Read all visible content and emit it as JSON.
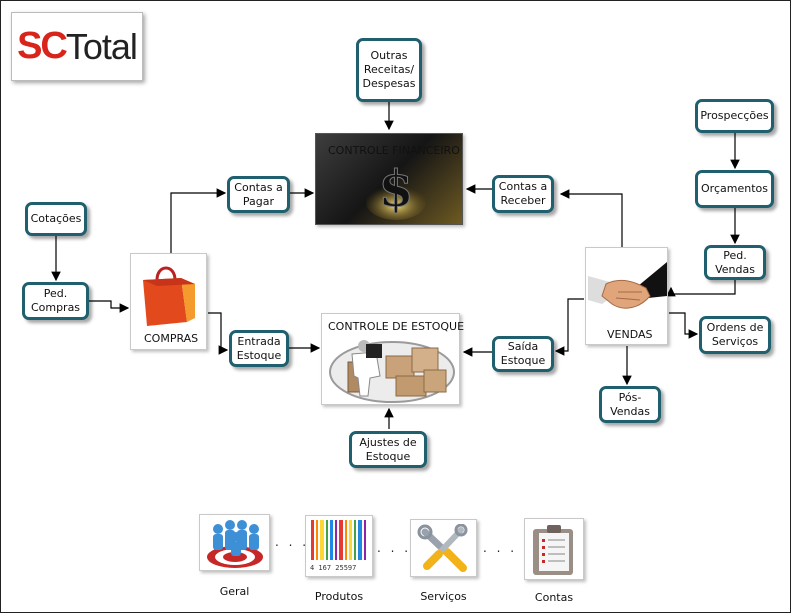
{
  "logo": {
    "text_sc": "SC",
    "text_total": "Total"
  },
  "nodes": {
    "outras_receitas": "Outras\nReceitas/\nDespesas",
    "prospeccoes": "Prospecções",
    "orcamentos": "Orçamentos",
    "ped_vendas": "Ped.\nVendas",
    "ordens_servicos": "Ordens de\nServiços",
    "pos_vendas": "Pós-\nVendas",
    "cotacoes": "Cotações",
    "ped_compras": "Ped.\nCompras",
    "contas_pagar": "Contas a\nPagar",
    "contas_receber": "Contas a\nReceber",
    "entrada_estoque": "Entrada\nEstoque",
    "saida_estoque": "Saída\nEstoque",
    "ajustes_estoque": "Ajustes de\nEstoque"
  },
  "panels": {
    "controle_financeiro": "CONTROLE FINANCEIRO",
    "controle_estoque": "CONTROLE DE ESTOQUE",
    "compras": "COMPRAS",
    "vendas": "VENDAS"
  },
  "footer": {
    "geral": "Geral",
    "produtos": "Produtos",
    "servicos": "Serviços",
    "contas": "Contas",
    "barcode_digits": "4 167 25597"
  },
  "colors": {
    "box_border": "#1f5f6e",
    "logo_red": "#d9241b",
    "line": "#000000"
  },
  "icons": [
    "dollar-sign-icon",
    "shopping-bag-icon",
    "handshake-icon",
    "boxes-icon",
    "target-people-icon",
    "barcode-icon",
    "tools-icon",
    "clipboard-icon"
  ]
}
